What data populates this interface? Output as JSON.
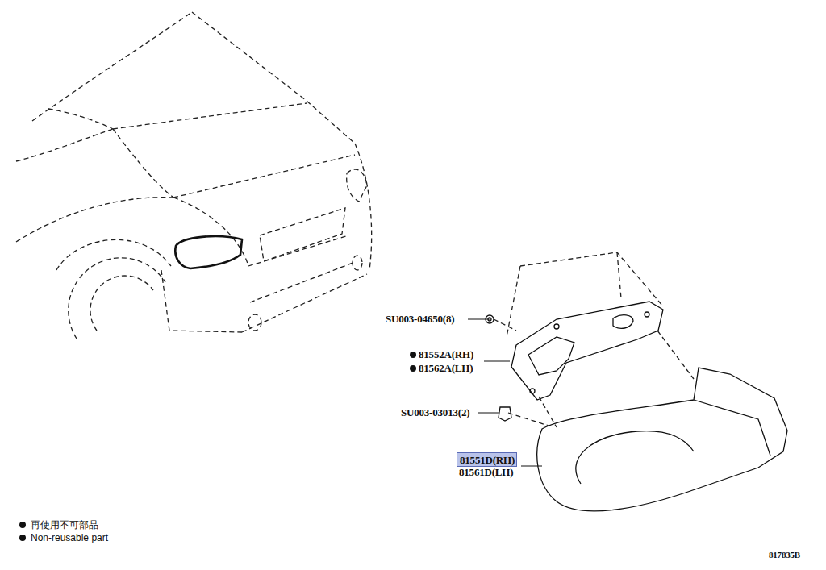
{
  "diagram": {
    "nodes": [
      {
        "text": [
          "81551D(RH)"
        ]
      }
    ],
    "labels": [
      "SU003-04650(8)",
      "81552A(RH)",
      "81562A(LH)",
      "SU003-03013(2)",
      "81561D(LH)",
      "817835B"
    ],
    "legend": [
      {
        "text": "再使用不可部品"
      },
      {
        "text": "Non-reusable part"
      }
    ]
  }
}
